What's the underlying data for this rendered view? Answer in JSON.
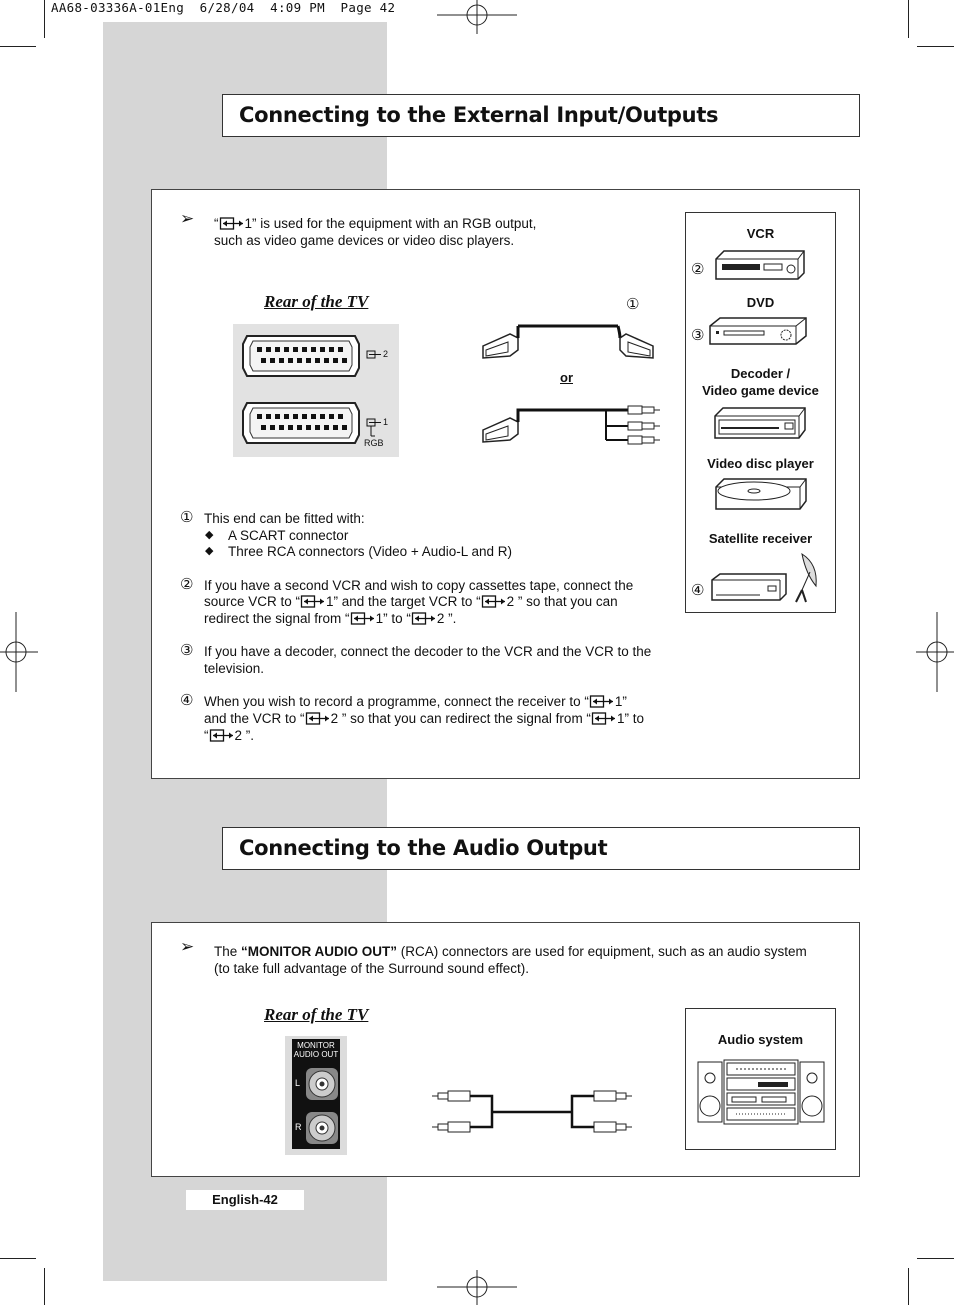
{
  "print_header": "AA68-03336A-01Eng  6/28/04  4:09 PM  Page 42",
  "section1": {
    "title": "Connecting to the External Input/Outputs",
    "note_quote_open": "“",
    "note_line1_after_icon": "1” is used for the equipment with an RGB output,",
    "note_line2": "such as video game devices or video disc players.",
    "rear_label": "Rear of the TV",
    "scart_labels": {
      "ext2": "2",
      "ext1": "1",
      "rgb": "RGB"
    },
    "callout_1": "①",
    "or_label": "or",
    "devices": [
      {
        "num": "②",
        "name": "VCR"
      },
      {
        "num": "③",
        "name": "DVD"
      },
      {
        "num": "",
        "name_line1": "Decoder /",
        "name_line2": "Video game device"
      },
      {
        "num": "",
        "name": "Video disc player"
      },
      {
        "num": "④",
        "name": "Satellite receiver"
      }
    ],
    "items": {
      "i1": {
        "num": "①",
        "text": "This end can be fitted with:",
        "bullets": [
          "A SCART connector",
          "Three RCA connectors (Video + Audio-L and R)"
        ],
        "bullet_glyph": "◆"
      },
      "i2": {
        "num": "②",
        "l1": "If you have a second VCR and wish to copy cassettes tape, connect the",
        "l2a": "source VCR to “",
        "l2b": "1” and the target VCR to “",
        "l2c": "2 ” so that you can",
        "l3a": "redirect the signal from “",
        "l3b": "1” to “",
        "l3c": "2 ”."
      },
      "i3": {
        "num": "③",
        "l1": "If you have a decoder, connect the decoder to the VCR and the VCR to the",
        "l2": "television."
      },
      "i4": {
        "num": "④",
        "l1a": "When you wish to record a programme, connect the receiver to “",
        "l1b": "1”",
        "l2a": "and the VCR to “",
        "l2b": "2 ” so that you can redirect the signal from “",
        "l2c": "1” to",
        "l3a": "“",
        "l3b": "2 ”."
      }
    }
  },
  "section2": {
    "title": "Connecting to the Audio Output",
    "note_pre": "The ",
    "note_bold": "“MONITOR AUDIO OUT”",
    "note_post": " (RCA) connectors are used for equipment, such as an audio system",
    "note_line2": "(to take full advantage of the Surround sound effect).",
    "rear_label": "Rear of the TV",
    "jack_title_l1": "MONITOR",
    "jack_title_l2": "AUDIO OUT",
    "jack_l": "L",
    "jack_r": "R",
    "device": "Audio system"
  },
  "note_arrow": "➢",
  "footer": "English-42"
}
